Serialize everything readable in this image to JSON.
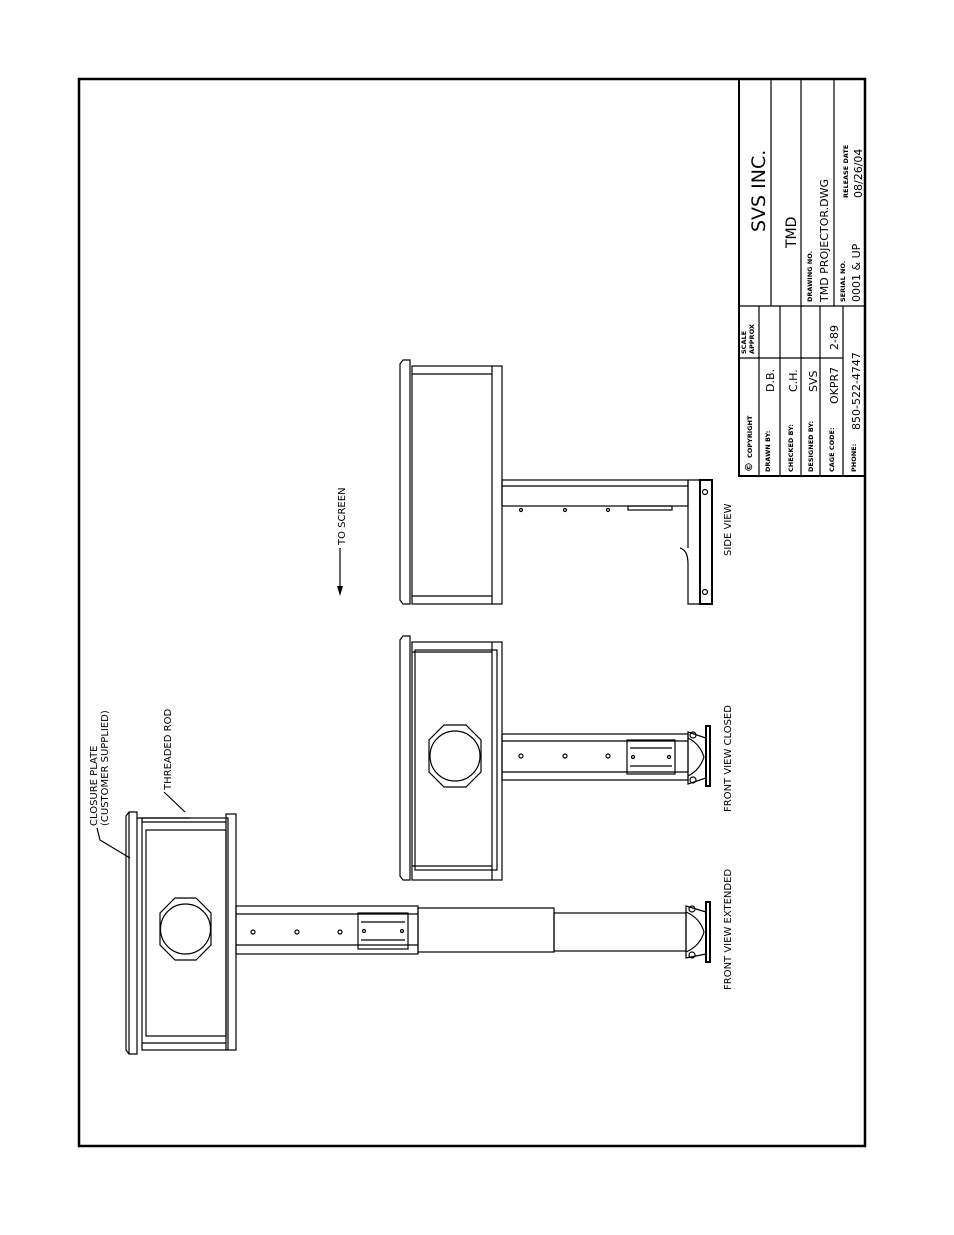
{
  "labels": {
    "closure_plate_1": "CLOSURE PLATE",
    "closure_plate_2": "(CUSTOMER SUPPLIED)",
    "threaded_rod": "THREADED ROD",
    "to_screen": "TO SCREEN",
    "front_view_extended": "FRONT VIEW EXTENDED",
    "front_view_closed": "FRONT VIEW CLOSED",
    "side_view": "SIDE VIEW"
  },
  "title_block": {
    "company": "SVS INC.",
    "product": "TMD",
    "copyright_symbol": "©",
    "copyright_label": "COPYRIGHT",
    "scale_label_1": "SCALE",
    "scale_label_2": "APPROX",
    "drawn_by_label": "DRAWN BY:",
    "drawn_by": "D.B.",
    "checked_by_label": "CHECKED BY:",
    "checked_by": "C.H.",
    "designed_by_label": "DESIGNED BY:",
    "designed_by": "SVS",
    "cage_code_label": "CAGE CODE:",
    "cage_code": "OKPR7",
    "revision": "2-89",
    "phone_label": "PHONE:",
    "phone": "850-522-4747",
    "drawing_no_label": "DRAWING NO.",
    "drawing_no": "TMD PROJECTOR.DWG",
    "serial_no_label": "SERIAL NO.",
    "serial_no": "0001  &   UP",
    "release_date_label": "RELEASE DATE",
    "release_date": "08/26/04"
  }
}
